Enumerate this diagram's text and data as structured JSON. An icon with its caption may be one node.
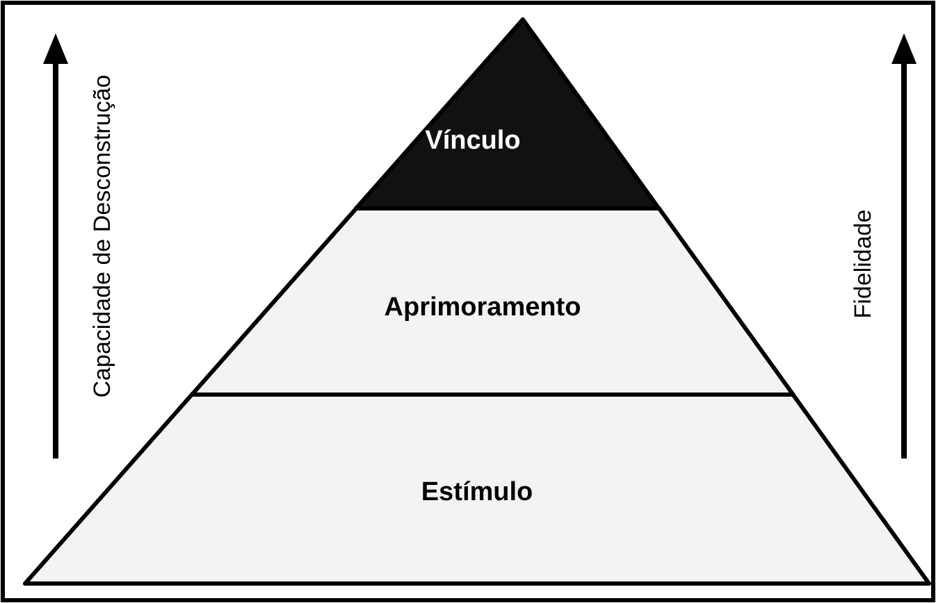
{
  "diagram": {
    "nodes": [
      {
        "text": [
          "Vínculo"
        ]
      },
      {
        "text": [
          "Aprimoramento"
        ]
      },
      {
        "text": [
          "Estímulo"
        ]
      }
    ],
    "labels": [
      "Capacidade de Desconstrução",
      "Fidelidade"
    ]
  }
}
